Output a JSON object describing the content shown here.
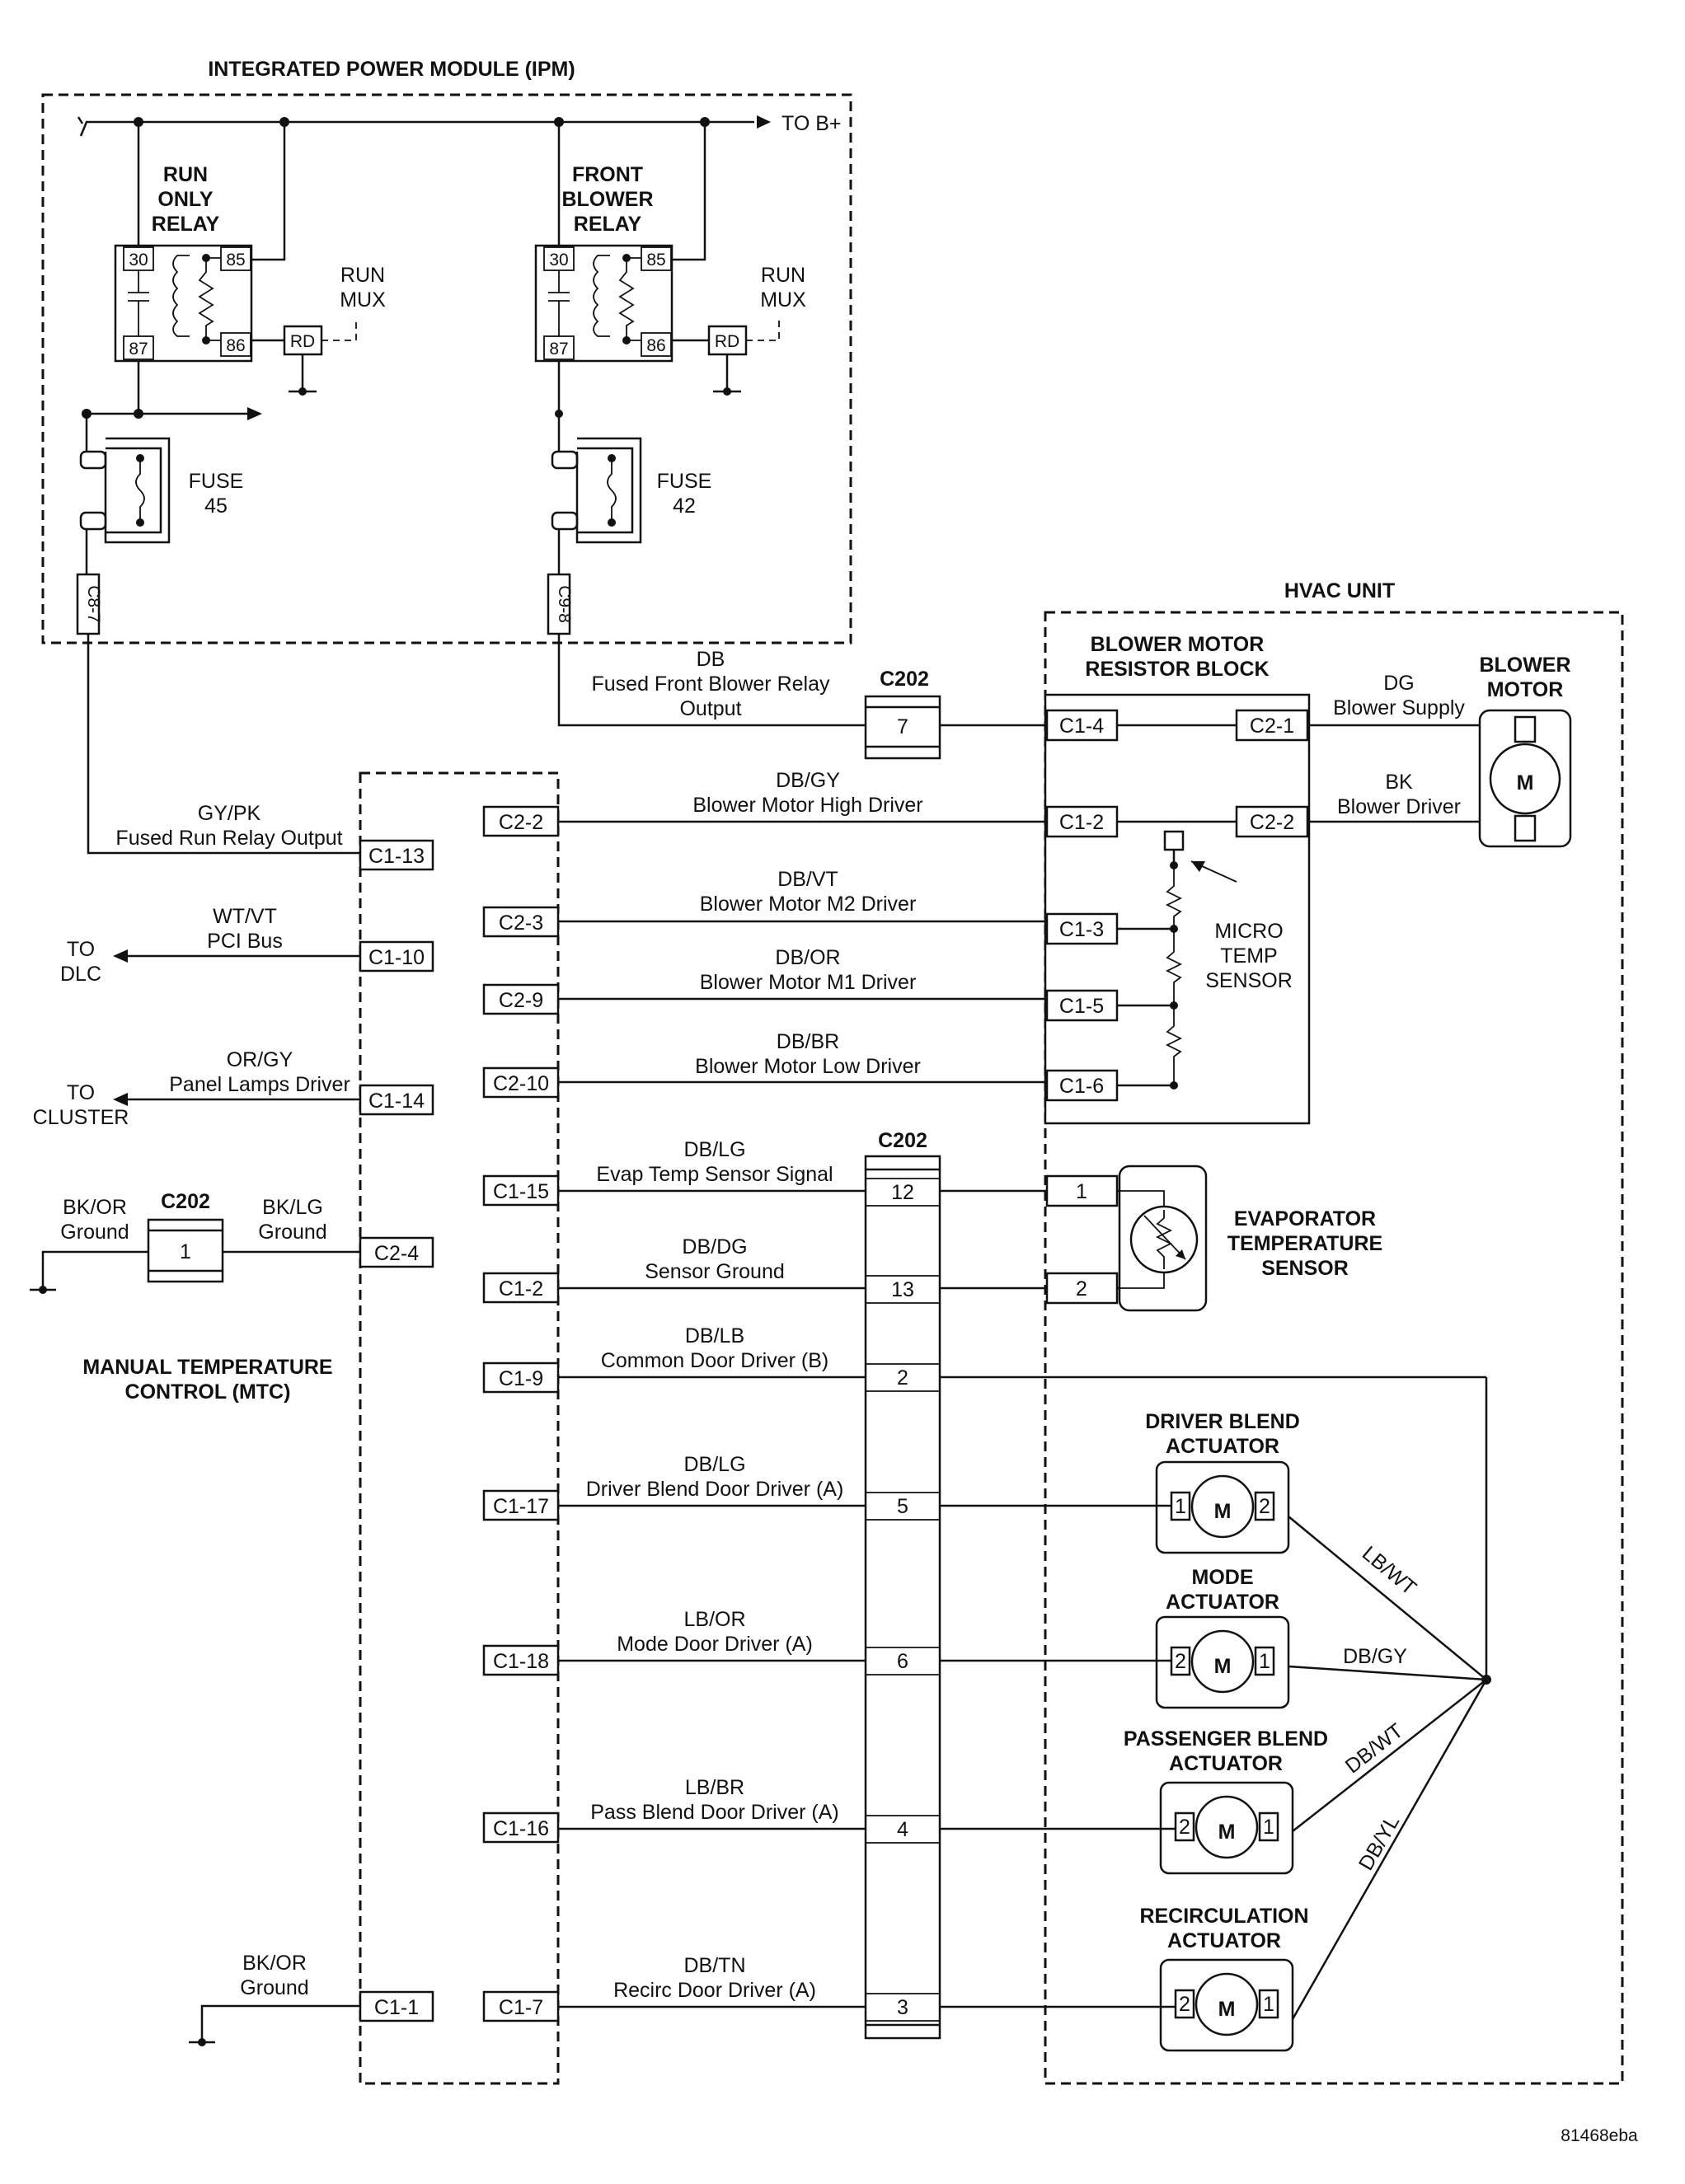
{
  "diagram_id": "81468eba",
  "ipm": {
    "title": "INTEGRATED POWER MODULE (IPM)",
    "to_b_plus": "TO B+",
    "run_relay": {
      "l1": "RUN",
      "l2": "ONLY",
      "l3": "RELAY"
    },
    "front_relay": {
      "l1": "FRONT",
      "l2": "BLOWER",
      "l3": "RELAY"
    },
    "pins": {
      "p30": "30",
      "p85": "85",
      "p86": "86",
      "p87": "87"
    },
    "run_mux": {
      "l1": "RUN",
      "l2": "MUX"
    },
    "rd": "RD",
    "fuse45": {
      "l1": "FUSE",
      "l2": "45"
    },
    "fuse42": {
      "l1": "FUSE",
      "l2": "42"
    },
    "conn_c87": "C8-7",
    "conn_c98": "C9-8"
  },
  "hvac": {
    "title": "HVAC UNIT",
    "resistor_block": {
      "l1": "BLOWER MOTOR",
      "l2": "RESISTOR BLOCK"
    },
    "blower_motor": {
      "l1": "BLOWER",
      "l2": "MOTOR",
      "symbol": "M"
    },
    "micro_temp": {
      "l1": "MICRO",
      "l2": "TEMP",
      "l3": "SENSOR"
    },
    "evap_sensor": {
      "l1": "EVAPORATOR",
      "l2": "TEMPERATURE",
      "l3": "SENSOR"
    },
    "conns": {
      "c1_4": "C1-4",
      "c1_2": "C1-2",
      "c1_3": "C1-3",
      "c1_5": "C1-5",
      "c1_6": "C1-6",
      "c2_1": "C2-1",
      "c2_2": "C2-2",
      "e1": "1",
      "e2": "2"
    },
    "dg_wire": {
      "color": "DG",
      "desc": "Blower Supply"
    },
    "bk_wire": {
      "color": "BK",
      "desc": "Blower Driver"
    },
    "actuators": {
      "driver": {
        "l1": "DRIVER BLEND",
        "l2": "ACTUATOR",
        "left": "1",
        "right": "2",
        "symbol": "M"
      },
      "mode": {
        "l1": "MODE",
        "l2": "ACTUATOR",
        "left": "2",
        "right": "1",
        "symbol": "M"
      },
      "pass": {
        "l1": "PASSENGER BLEND",
        "l2": "ACTUATOR",
        "left": "2",
        "right": "1",
        "symbol": "M"
      },
      "recirc": {
        "l1": "RECIRCULATION",
        "l2": "ACTUATOR",
        "left": "2",
        "right": "1",
        "symbol": "M"
      }
    },
    "common_wires": {
      "lbwt": "LB/WT",
      "dbgy": "DB/GY",
      "dbwt": "DB/WT",
      "dbyl": "DB/YL"
    }
  },
  "c202": {
    "label": "C202",
    "top_pin": "7",
    "ground_pin": "1",
    "pins": {
      "p12": "12",
      "p13": "13",
      "p2": "2",
      "p5": "5",
      "p6": "6",
      "p4": "4",
      "p3": "3"
    }
  },
  "mtc": {
    "l1": "MANUAL TEMPERATURE",
    "l2": "CONTROL (MTC)",
    "left_conns": {
      "c1_13": "C1-13",
      "c1_10": "C1-10",
      "c1_14": "C1-14",
      "c2_4": "C2-4",
      "c1_1": "C1-1"
    },
    "right_conns": {
      "c2_2": "C2-2",
      "c2_3": "C2-3",
      "c2_9": "C2-9",
      "c2_10": "C2-10",
      "c1_15": "C1-15",
      "c1_2": "C1-2",
      "c1_9": "C1-9",
      "c1_17": "C1-17",
      "c1_18": "C1-18",
      "c1_16": "C1-16",
      "c1_7": "C1-7"
    }
  },
  "wires": {
    "w_db": {
      "color": "DB",
      "desc": "Fused Front Blower Relay",
      "desc2": "Output"
    },
    "w_gypk": {
      "color": "GY/PK",
      "desc": "Fused Run Relay Output"
    },
    "w_wtvt": {
      "color": "WT/VT",
      "desc": "PCI Bus"
    },
    "w_orgy": {
      "color": "OR/GY",
      "desc": "Panel Lamps Driver"
    },
    "w_bkor1": {
      "color": "BK/OR",
      "desc": "Ground"
    },
    "w_bklg": {
      "color": "BK/LG",
      "desc": "Ground"
    },
    "w_bkor2": {
      "color": "BK/OR",
      "desc": "Ground"
    },
    "w_dbgy": {
      "color": "DB/GY",
      "desc": "Blower Motor High Driver"
    },
    "w_dbvt": {
      "color": "DB/VT",
      "desc": "Blower Motor M2 Driver"
    },
    "w_dbor": {
      "color": "DB/OR",
      "desc": "Blower Motor M1 Driver"
    },
    "w_dbbr": {
      "color": "DB/BR",
      "desc": "Blower Motor Low Driver"
    },
    "w_dblg1": {
      "color": "DB/LG",
      "desc": "Evap Temp Sensor Signal"
    },
    "w_dbdg": {
      "color": "DB/DG",
      "desc": "Sensor Ground"
    },
    "w_dblb": {
      "color": "DB/LB",
      "desc": "Common Door Driver (B)"
    },
    "w_dblg2": {
      "color": "DB/LG",
      "desc": "Driver Blend Door Driver (A)"
    },
    "w_lbor": {
      "color": "LB/OR",
      "desc": "Mode Door Driver (A)"
    },
    "w_lbbr": {
      "color": "LB/BR",
      "desc": "Pass Blend Door Driver (A)"
    },
    "w_dbtn": {
      "color": "DB/TN",
      "desc": "Recirc Door Driver (A)"
    }
  },
  "to_dlc": {
    "l1": "TO",
    "l2": "DLC"
  },
  "to_cluster": {
    "l1": "TO",
    "l2": "CLUSTER"
  }
}
